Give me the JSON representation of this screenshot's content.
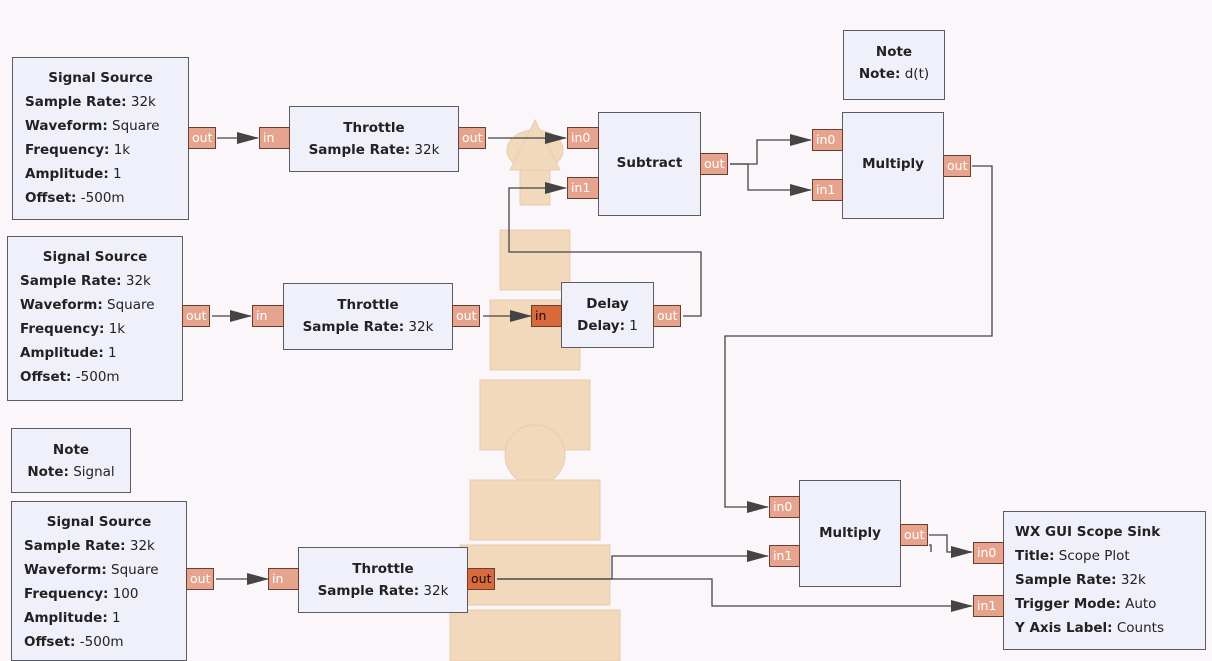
{
  "blocks": {
    "sig1": {
      "title": "Signal Source",
      "params": [
        {
          "k": "Sample Rate:",
          "v": "32k"
        },
        {
          "k": "Waveform:",
          "v": "Square"
        },
        {
          "k": "Frequency:",
          "v": "1k"
        },
        {
          "k": "Amplitude:",
          "v": "1"
        },
        {
          "k": "Offset:",
          "v": "-500m"
        }
      ]
    },
    "sig2": {
      "title": "Signal Source",
      "params": [
        {
          "k": "Sample Rate:",
          "v": "32k"
        },
        {
          "k": "Waveform:",
          "v": "Square"
        },
        {
          "k": "Frequency:",
          "v": "1k"
        },
        {
          "k": "Amplitude:",
          "v": "1"
        },
        {
          "k": "Offset:",
          "v": "-500m"
        }
      ]
    },
    "sig3": {
      "title": "Signal Source",
      "params": [
        {
          "k": "Sample Rate:",
          "v": "32k"
        },
        {
          "k": "Waveform:",
          "v": "Square"
        },
        {
          "k": "Frequency:",
          "v": "100"
        },
        {
          "k": "Amplitude:",
          "v": "1"
        },
        {
          "k": "Offset:",
          "v": "-500m"
        }
      ]
    },
    "thr1": {
      "title": "Throttle",
      "params": [
        {
          "k": "Sample Rate:",
          "v": "32k"
        }
      ]
    },
    "thr2": {
      "title": "Throttle",
      "params": [
        {
          "k": "Sample Rate:",
          "v": "32k"
        }
      ]
    },
    "thr3": {
      "title": "Throttle",
      "params": [
        {
          "k": "Sample Rate:",
          "v": "32k"
        }
      ]
    },
    "delay": {
      "title": "Delay",
      "params": [
        {
          "k": "Delay:",
          "v": "1"
        }
      ]
    },
    "sub": {
      "title": "Subtract"
    },
    "mul1": {
      "title": "Multiply"
    },
    "mul2": {
      "title": "Multiply"
    },
    "note1": {
      "title": "Note",
      "params": [
        {
          "k": "Note:",
          "v": "d(t)"
        }
      ]
    },
    "note2": {
      "title": "Note",
      "params": [
        {
          "k": "Note:",
          "v": "Signal"
        }
      ]
    },
    "scope": {
      "title": "WX GUI Scope Sink",
      "params": [
        {
          "k": "Title:",
          "v": "Scope Plot"
        },
        {
          "k": "Sample Rate:",
          "v": "32k"
        },
        {
          "k": "Trigger Mode:",
          "v": "Auto"
        },
        {
          "k": "Y Axis Label:",
          "v": "Counts"
        }
      ]
    }
  },
  "ports": {
    "out": "out",
    "in": "in",
    "in0": "in0",
    "in1": "in1"
  },
  "colors": {
    "block_bg": "#f0f0fb",
    "port_bg": "#e6a48e",
    "wire": "#444444",
    "watermark": "#d9902a"
  }
}
